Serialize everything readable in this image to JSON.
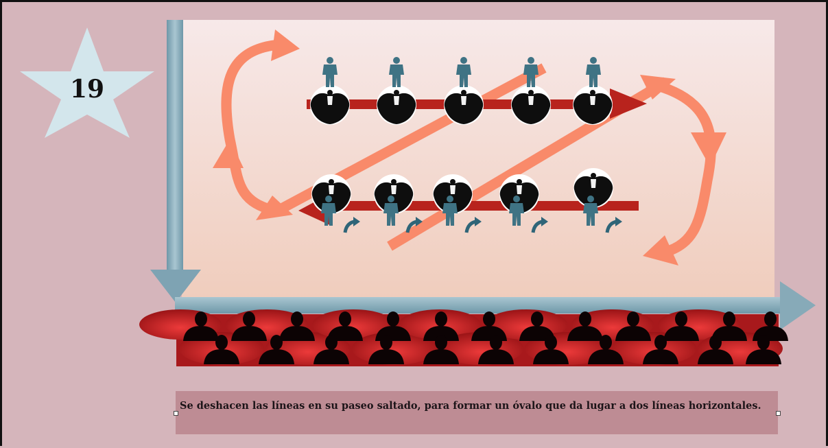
{
  "slide": {
    "number": "19",
    "caption": "Se deshacen las líneas en su paseo saltado,  para formar un óvalo que da lugar a dos líneas horizontales."
  },
  "diagram": {
    "top_row": {
      "dancers": 5,
      "partners": 5
    },
    "bottom_row": {
      "dancers": 5,
      "partners": 5
    }
  },
  "colors": {
    "background": "#d5b5bb",
    "stage_top": "#f6e6e6",
    "stage_bottom": "#f1cfc0",
    "axis_arrow": "#86aab8",
    "salmon_arrow": "#f98a6a",
    "red_arrow": "#b8231d",
    "figure": "#3f7384",
    "star": "#d2e6ec",
    "caption_box": "#be8c94"
  }
}
